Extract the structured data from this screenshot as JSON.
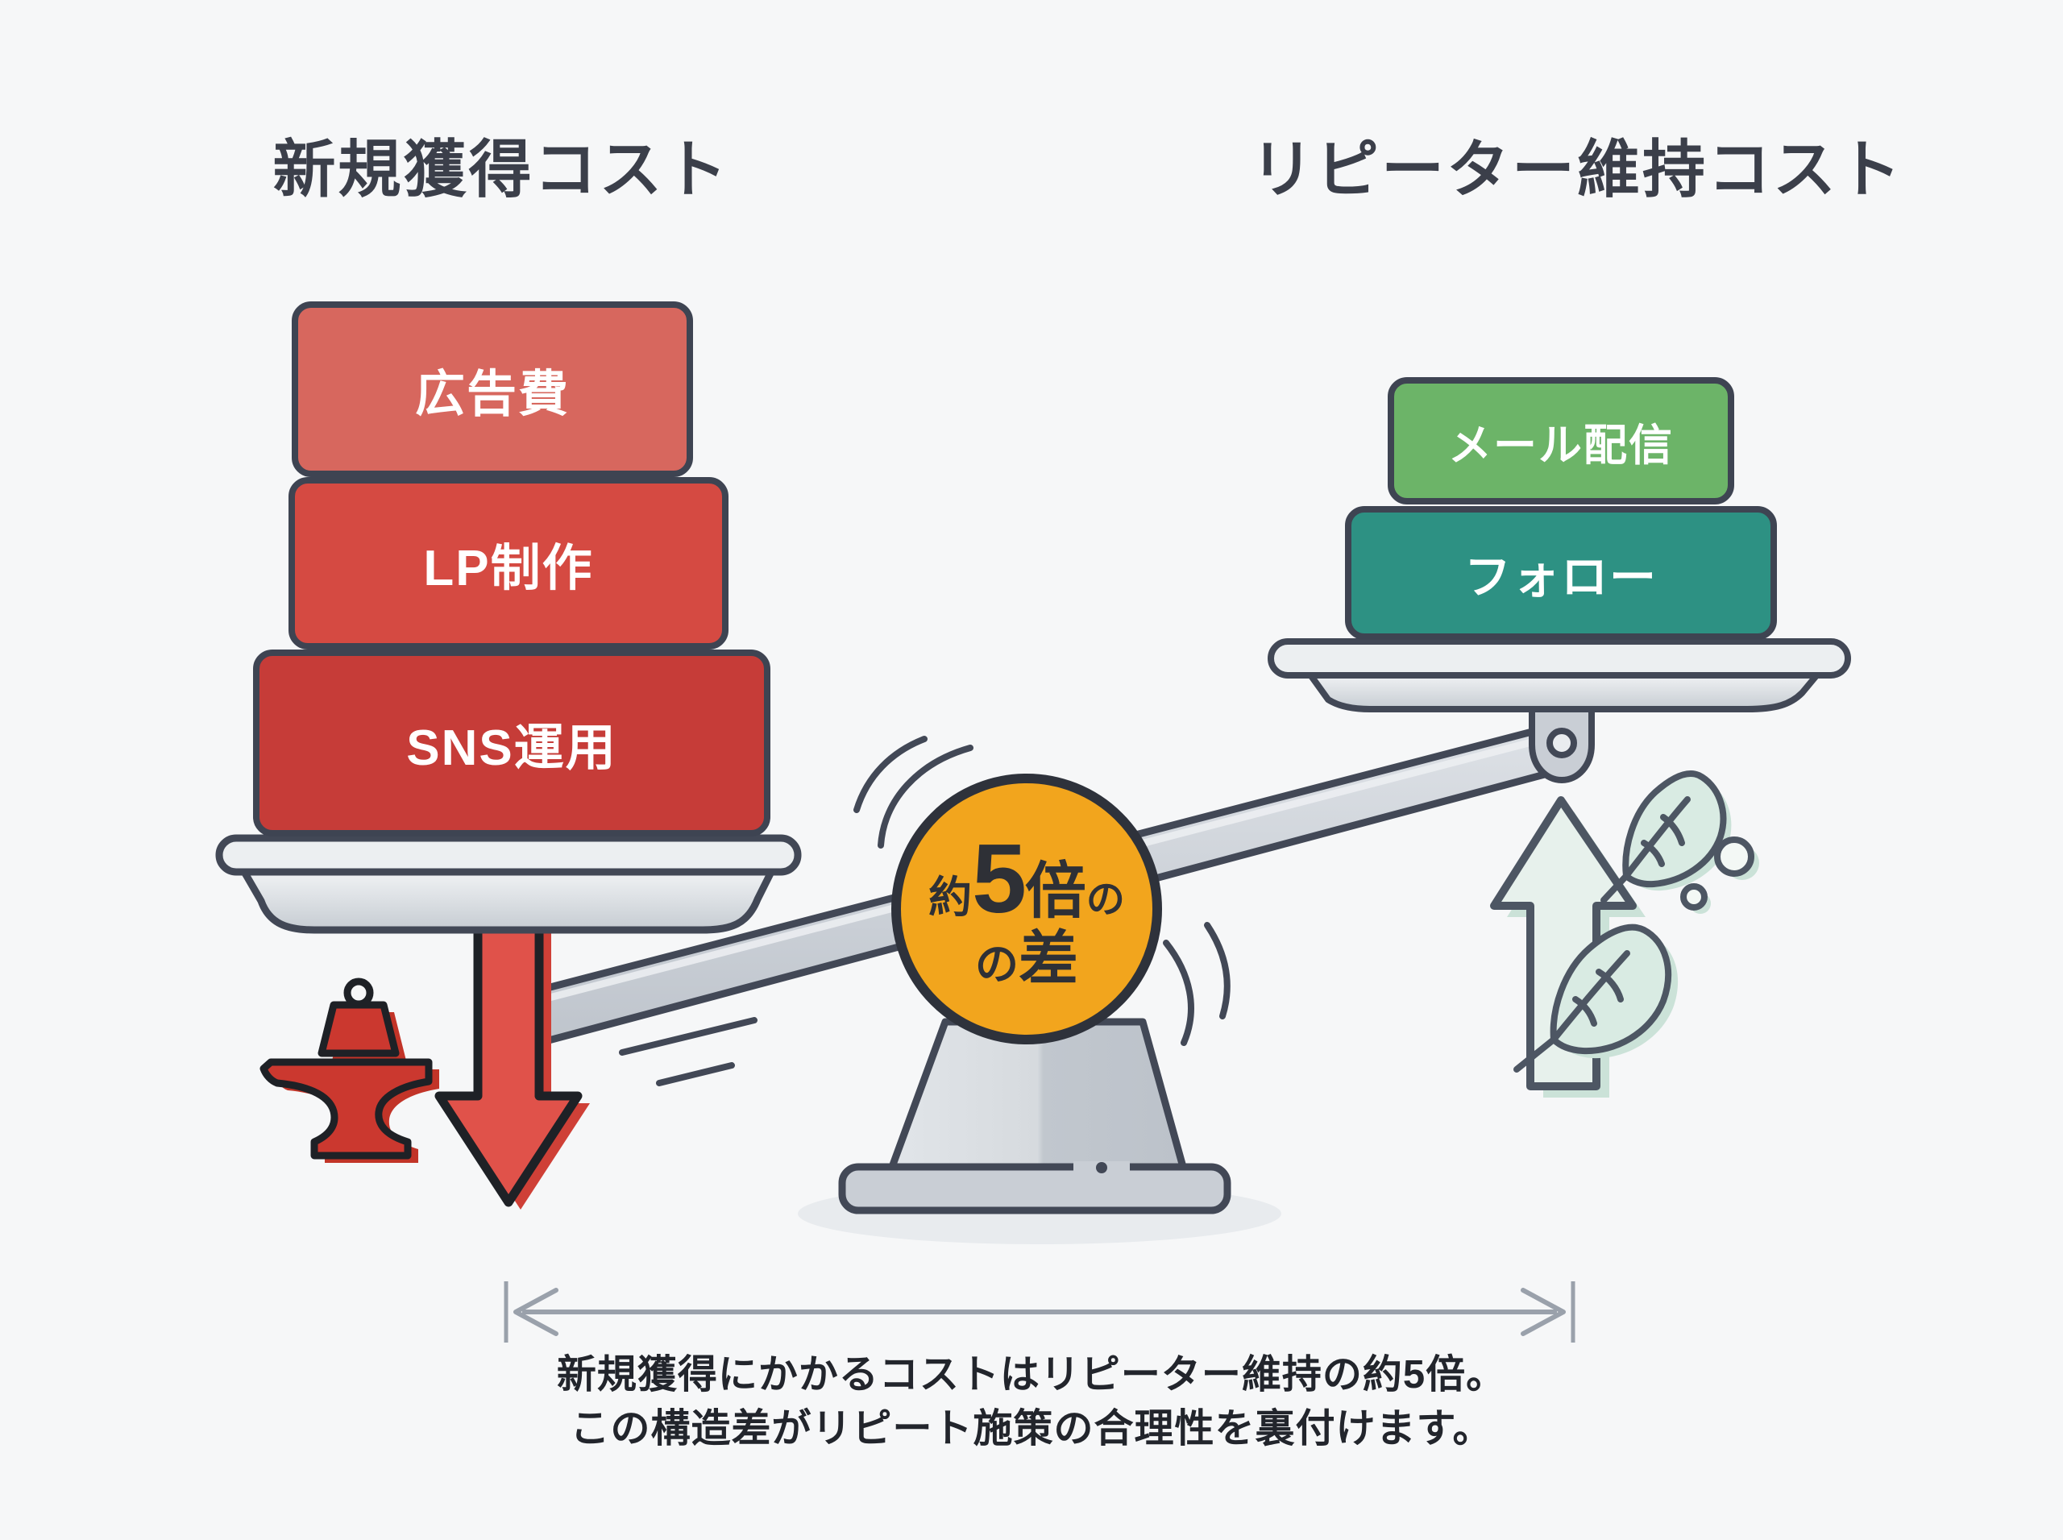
{
  "titles": {
    "left": "新規獲得コスト",
    "right": "リピーター維持コスト"
  },
  "left_stack": {
    "blocks": [
      {
        "label": "広告費",
        "color": "#d7675e"
      },
      {
        "label": "LP制作",
        "color": "#d54a42"
      },
      {
        "label": "SNS運用",
        "color": "#c63c38"
      }
    ]
  },
  "right_stack": {
    "blocks": [
      {
        "label": "メール配信",
        "color": "#6cb468"
      },
      {
        "label": "フォロー",
        "color": "#2d9183"
      }
    ]
  },
  "badge": {
    "prefix": "約",
    "multiplier": "5",
    "unit": "倍",
    "particle": "の",
    "line2_particle": "の",
    "line2_word": "差",
    "bg": "#f2a51d",
    "border": "#2e323b"
  },
  "caption": {
    "line1": "新規獲得にかかるコストはリピーター維持の約5倍。",
    "line2": "この構造差がリピート施策の合理性を裏付けます。"
  },
  "icons": {
    "heavy_side": "anvil-weight-icon",
    "heavy_arrow": "down-arrow-icon",
    "light_arrow": "up-arrow-icon",
    "light_side": "feather-icon",
    "bubbles": "bubbles-icon",
    "span": "span-dimension-arrow-icon",
    "pivot": "balance-scale-icon"
  },
  "colors": {
    "background": "#f6f7f8",
    "ink": "#3b3f4a",
    "caption_ink": "#22252c",
    "block_border": "#3e4452",
    "outline": "#424856",
    "heavy_red": "#e0524a",
    "anvil_red": "#cb382f",
    "light_mint": "#e7f1ec",
    "mint_shadow": "#cbe2d8",
    "metal_light": "#eceff1",
    "metal_dark": "#c8cdd3",
    "dimension_gray": "#9aa1ab"
  }
}
